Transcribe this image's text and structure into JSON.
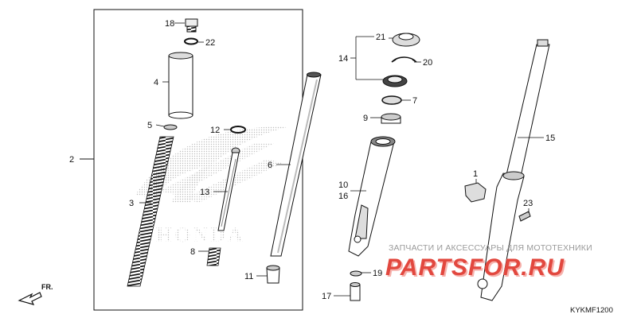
{
  "colors": {
    "line": "#111111",
    "shade": "#d8d8d8",
    "dark": "#555555",
    "honda_dots": "#bdbdbd",
    "brand_red": "#e2483f",
    "brand_pink": "#f6b2ad",
    "watermark_gray": "#9a9a9a"
  },
  "callouts": [
    "1",
    "2",
    "3",
    "4",
    "5",
    "6",
    "7",
    "8",
    "9",
    "10",
    "11",
    "12",
    "13",
    "14",
    "15",
    "16",
    "17",
    "18",
    "19",
    "20",
    "21",
    "22",
    "23"
  ],
  "diagram_code": "KYKMF1200",
  "direction_label": "FR.",
  "watermark": {
    "line1": "ЗАПЧАСТИ И АКСЕССУАРЫ ДЛЯ МОТОТЕХНИКИ",
    "brand": "PARTSFOR.RU"
  },
  "background_logo_word": "HONDA"
}
